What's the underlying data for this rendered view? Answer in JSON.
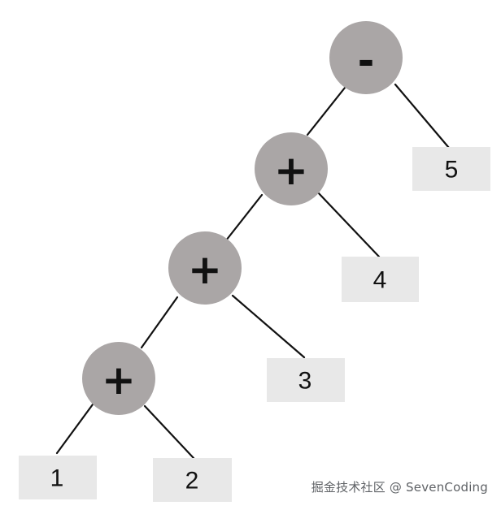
{
  "tree": {
    "root": {
      "label": "-",
      "left": {
        "label": "+",
        "left": {
          "label": "+",
          "left": {
            "label": "+",
            "left": {
              "label": "1"
            },
            "right": {
              "label": "2"
            }
          },
          "right": {
            "label": "3"
          }
        },
        "right": {
          "label": "4"
        }
      },
      "right": {
        "label": "5"
      }
    }
  },
  "colors": {
    "operator_fill": "#aaa6a6",
    "leaf_fill": "#e8e8e8",
    "edge": "#111111",
    "text": "#111111"
  },
  "watermark": "掘金技术社区 @ SevenCoding"
}
